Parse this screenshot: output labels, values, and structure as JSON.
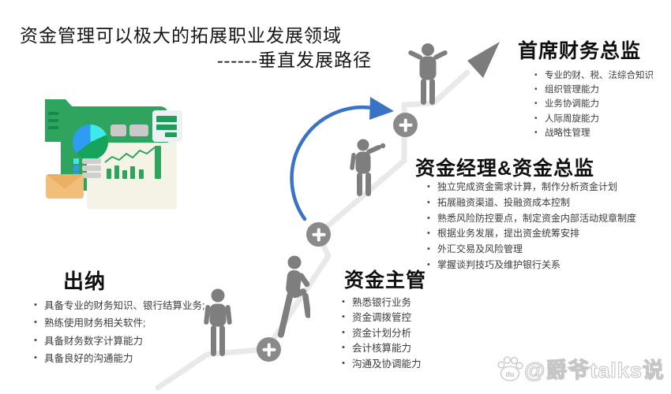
{
  "header": {
    "title": "资金管理可以极大的拓展职业发展领域",
    "subtitle": "------垂直发展路径"
  },
  "stages": [
    {
      "name": "出纳",
      "bullets": [
        "具备专业的财务知识、银行结算业务;",
        "熟练使用财务相关软件;",
        "具备财务数字计算能力",
        "具备良好的沟通能力"
      ]
    },
    {
      "name": "资金主管",
      "bullets": [
        "熟悉银行业务",
        "资金调拨管控",
        "资金计划分析",
        "会计核算能力",
        "沟通及协调能力"
      ]
    },
    {
      "name": "资金经理&资金总监",
      "bullets": [
        "独立完成资金需求计算，制作分析资金计划",
        "拓展融资渠道、投融资成本控制",
        "熟悉风险防控要点，制定资金内部活动规章制度",
        "根据业务发展，提出资金统筹安排",
        "外汇交易及风险管理",
        "掌握谈判技巧及维护银行关系"
      ]
    },
    {
      "name": "首席财务总监",
      "bullets": [
        "专业的财、税、法综合知识",
        "组织管理能力",
        "业务协调能力",
        "人际周旋能力",
        "战略性管理"
      ]
    }
  ],
  "watermark": {
    "logo": "baidu-paw-icon",
    "logo_text": "du",
    "handle": "@爵爷talks说"
  },
  "palette": {
    "illustration_green": "#2ea45e",
    "screen_cream": "#f4f3e6",
    "pie_cyan": "#3fe9ea",
    "pie_green": "#16a35b",
    "pie_blue": "#2e9cf0",
    "envelope_tan": "#f2bf78",
    "figure_gray": "#7e7e7e",
    "path_gray": "#e9e9e8",
    "arrow_blue": "#3a72c6",
    "node_gray": "#8a8a8a",
    "arrow_gray": "#7c7c7c"
  }
}
